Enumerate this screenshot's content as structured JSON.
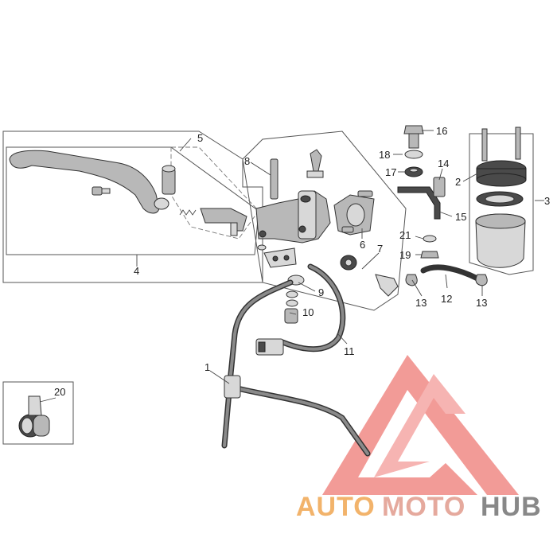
{
  "diagram": {
    "callouts": [
      "1",
      "2",
      "3",
      "4",
      "5",
      "6",
      "7",
      "8",
      "9",
      "10",
      "11",
      "12",
      "13",
      "13",
      "14",
      "15",
      "16",
      "17",
      "18",
      "19",
      "20",
      "21"
    ]
  },
  "watermark": {
    "word_1": "AUTO",
    "word_2": "MOTO",
    "word_3": "HUB",
    "colors": {
      "auto": "#f2b36b",
      "moto": "#e5a99d",
      "hub": "#888888",
      "triangle": "#ef7b78"
    }
  }
}
